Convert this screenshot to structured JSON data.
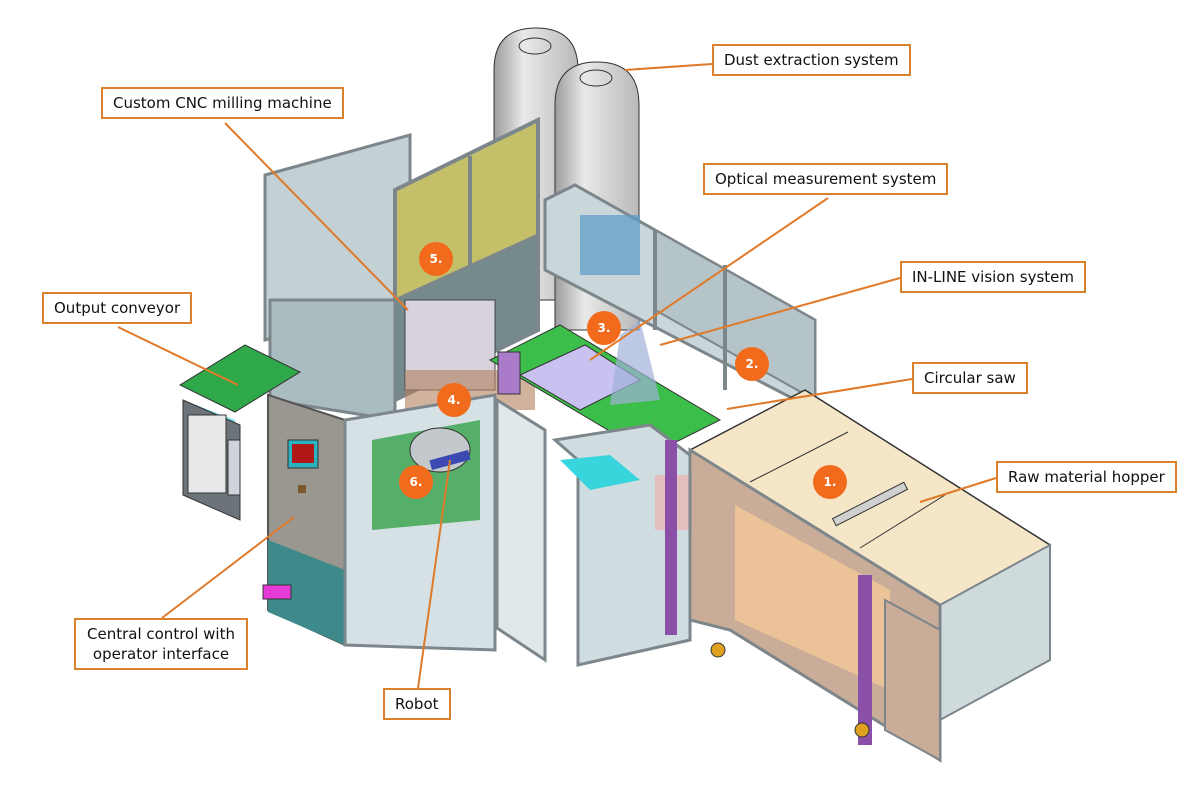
{
  "title": "Automated production cell overview",
  "colors": {
    "callout_border": "#d9822b",
    "leader_line": "#e07a2b",
    "marker_fill": "#f26b1d",
    "frame": "#8a9196",
    "glass": "#c9d6da",
    "cnc_panel": "#c4c06a",
    "conveyor": "#2fa84a",
    "hopper_top": "#f6e6c8",
    "panel_brown": "#c9ad98",
    "cabinet": "#9a9690",
    "hmi_screen": "#b01818",
    "dust_tank": "#e4e4e4"
  },
  "callouts": [
    {
      "id": "dust-extraction",
      "label": "Dust extraction system"
    },
    {
      "id": "cnc-milling",
      "label": "Custom CNC milling machine"
    },
    {
      "id": "optical-measurement",
      "label": "Optical measurement system"
    },
    {
      "id": "inline-vision",
      "label": "IN-LINE vision system"
    },
    {
      "id": "output-conveyor",
      "label": "Output conveyor"
    },
    {
      "id": "circular-saw",
      "label": "Circular saw"
    },
    {
      "id": "raw-material-hopper",
      "label": "Raw material hopper"
    },
    {
      "id": "central-control",
      "label": "Central control with operator interface"
    },
    {
      "id": "robot",
      "label": "Robot"
    }
  ],
  "process_steps": [
    {
      "number": "1.",
      "station": "Raw material hopper"
    },
    {
      "number": "2.",
      "station": "Circular saw"
    },
    {
      "number": "3.",
      "station": "Optical measurement system"
    },
    {
      "number": "4.",
      "station": "Robot"
    },
    {
      "number": "5.",
      "station": "Custom CNC milling machine"
    },
    {
      "number": "6.",
      "station": "Output conveyor"
    }
  ]
}
